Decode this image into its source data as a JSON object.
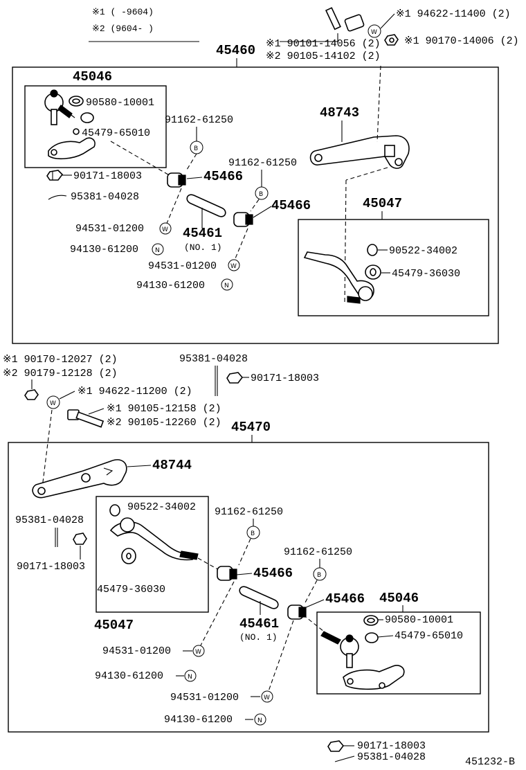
{
  "notes": {
    "note1": "※1 (      -9604)",
    "note2": "※2 (9604-      )"
  },
  "symbols": {
    "b": "B",
    "w": "W",
    "n": "N"
  },
  "top_group": {
    "assembly": "45460",
    "bolt_1": "※1 94622-11400 (2)",
    "bolt_2a": "※1 90101-14056 (2)",
    "bolt_2b": "※2 90105-14102 (2)",
    "nut": "※1 90170-14006 (2)",
    "sub_45046": "45046",
    "p_90580": "90580-10001",
    "p_45479_65010": "45479-65010",
    "p_90171": "90171-18003",
    "p_95381": "95381-04028",
    "grease_1": "91162-61250",
    "grease_2": "91162-61250",
    "arm_48743": "48743",
    "clamp_1": "45466",
    "clamp_2": "45466",
    "sleeve": "45461",
    "sleeve_note": "(NO. 1)",
    "washer_1": "94531-01200",
    "nut_1": "94130-61200",
    "washer_2": "94531-01200",
    "nut_2": "94130-61200",
    "sub_45047": "45047",
    "p_90522": "90522-34002",
    "p_45479_36030": "45479-36030"
  },
  "middle_parts": {
    "nut_a": "※1 90170-12027 (2)",
    "nut_b": "※2 90179-12128 (2)",
    "pin": "95381-04028",
    "nut_c": "90171-18003",
    "washer": "※1 94622-11200 (2)",
    "bolt_a": "※1 90105-12158 (2)",
    "bolt_b": "※2 90105-12260 (2)"
  },
  "bottom_group": {
    "assembly": "45470",
    "arm_48744": "48744",
    "p_95381": "95381-04028",
    "p_90171": "90171-18003",
    "p_90522": "90522-34002",
    "p_45479_36030": "45479-36030",
    "sub_45047": "45047",
    "grease_1": "91162-61250",
    "grease_2": "91162-61250",
    "clamp_1": "45466",
    "clamp_2": "45466",
    "sleeve": "45461",
    "sleeve_note": "(NO. 1)",
    "sub_45046": "45046",
    "p_90580": "90580-10001",
    "p_45479_65010": "45479-65010",
    "washer_1": "94531-01200",
    "nut_1": "94130-61200",
    "washer_2": "94531-01200",
    "nut_2": "94130-61200"
  },
  "footer": {
    "p_90171": "90171-18003",
    "p_95381": "95381-04028",
    "figure_id": "451232-B"
  }
}
